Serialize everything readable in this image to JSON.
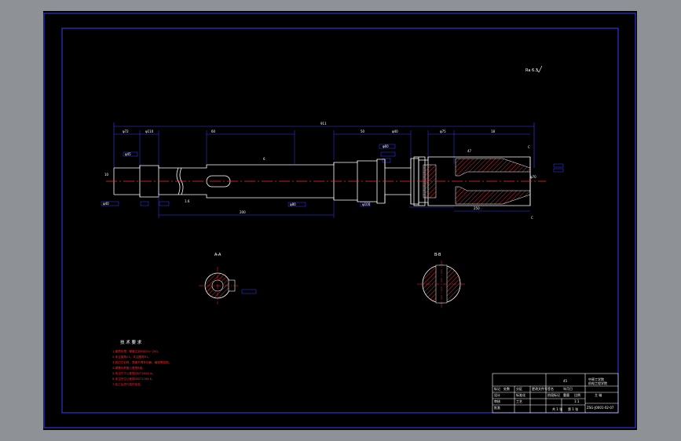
{
  "drawing": {
    "scale_note": "Ra 6.3",
    "dimensions": {
      "overall": "911",
      "d1": "φ72",
      "d2": "φ110",
      "d3": "60",
      "d4": "50",
      "d5": "φ40",
      "d6": "φ75",
      "d7": "18",
      "d8": "φ45",
      "d9": "φ60",
      "d10": "φ40",
      "d11": "47",
      "d12": "200",
      "d13": "φ80",
      "d14": "φ100",
      "d15": "10",
      "d16": "6",
      "d17": "φ70",
      "d18": "1.6",
      "d19": "250"
    },
    "section_labels": {
      "a": "A-A",
      "b": "B-B"
    },
    "datum_labels": {
      "c": "C"
    }
  },
  "technical_requirements": {
    "title": "技 术 要 求",
    "lines": [
      "1.调质处理，硬度达到HB220~250。",
      "2.未注倒角C1，未注圆角R1。",
      "3.锐边去毛刺，表面不得有划痕、磕碰等缺陷。",
      "4.键槽对称度公差按8级。",
      "5.未注尺寸公差按GB/T1804-m。",
      "6.未注形位公差按GB/T1184-K。",
      "7.加工后进行探伤检查。"
    ]
  },
  "title_block": {
    "part_name": "主 轴",
    "company_line1": "中原工学院",
    "company_line2": "机电工程学院",
    "drawing_number": "ZSG-J0001-02-07",
    "material": "45",
    "scale": "1:1",
    "sheet_info": "共 1 张",
    "sheet_no": "第 1 张",
    "header_cells": [
      "标记",
      "处数",
      "分区",
      "更改文件号",
      "签名",
      "年月日"
    ],
    "row_cells": [
      "设计",
      "标准化",
      "阶段标记",
      "重量",
      "比例"
    ],
    "row_cells2": [
      "审核",
      "工艺",
      "批准"
    ]
  }
}
